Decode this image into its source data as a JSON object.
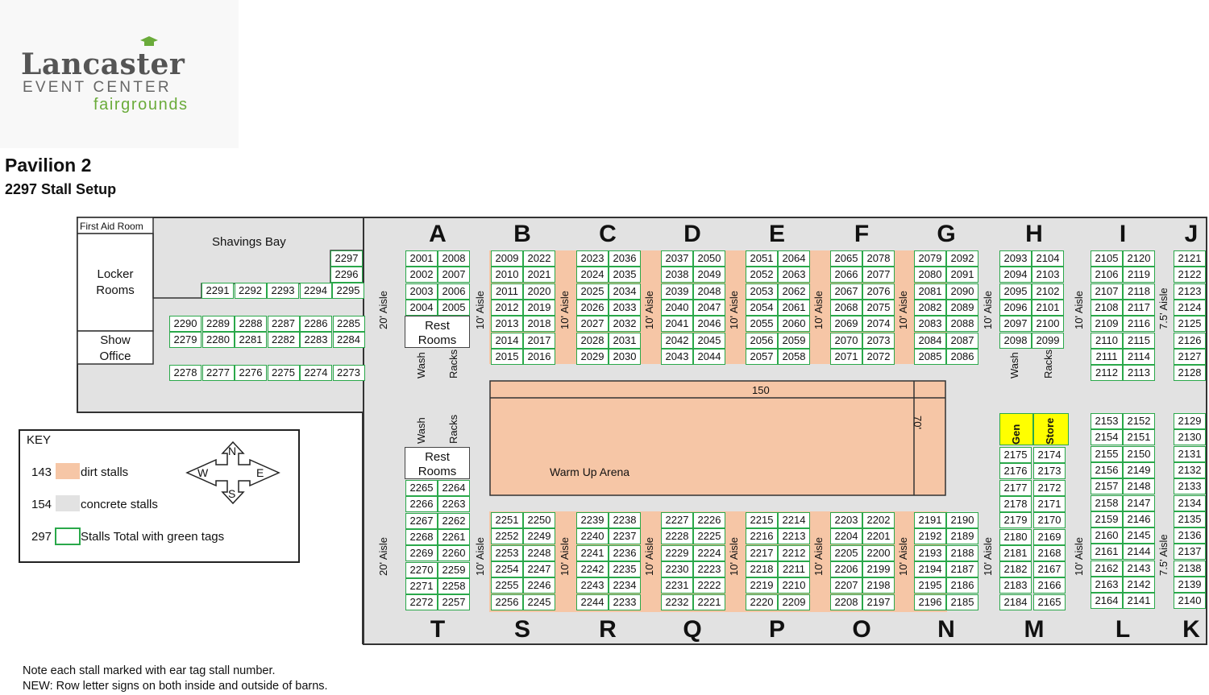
{
  "logo": {
    "line1": "Lancaster",
    "line2": "EVENT CENTER",
    "line3": "fairgrounds",
    "colors": {
      "gray": "#555555",
      "green": "#6aab3a"
    }
  },
  "title": "Pavilion 2",
  "subtitle": "2297 Stall Setup",
  "colors": {
    "dirt": "#f6c6a6",
    "concrete": "#e2e2e2",
    "tag": "#2aa84a",
    "highlight": "#ffff00"
  },
  "rooms": {
    "first_aid": "First Aid Room",
    "shavings": "Shavings Bay",
    "locker": "Locker Rooms",
    "show_office": "Show Office",
    "rest": "Rest Rooms",
    "wash": "Wash",
    "racks": "Racks",
    "gen": "Gen",
    "store": "Store",
    "arena": "Warm Up Arena",
    "dim_150": "150",
    "dim_70": "70'"
  },
  "aisles": {
    "a20": "20' Aisle",
    "a10": "10' Aisle",
    "a75": "7.5' Aisle"
  },
  "row_letters_top": [
    "A",
    "B",
    "C",
    "D",
    "E",
    "F",
    "G",
    "H",
    "I",
    "J"
  ],
  "row_letters_bottom": [
    "T",
    "S",
    "R",
    "Q",
    "P",
    "O",
    "N",
    "M",
    "L",
    "K"
  ],
  "stall_groups": [
    {
      "row": "A",
      "cols": [
        [
          2001,
          2002,
          2003,
          2004
        ],
        [
          2008,
          2007,
          2006,
          2005
        ]
      ]
    },
    {
      "row": "B",
      "cols": [
        [
          2009,
          2010,
          2011,
          2012,
          2013,
          2014,
          2015
        ],
        [
          2022,
          2021,
          2020,
          2019,
          2018,
          2017,
          2016
        ]
      ]
    },
    {
      "row": "C",
      "cols": [
        [
          2023,
          2024,
          2025,
          2026,
          2027,
          2028,
          2029
        ],
        [
          2036,
          2035,
          2034,
          2033,
          2032,
          2031,
          2030
        ]
      ]
    },
    {
      "row": "D",
      "cols": [
        [
          2037,
          2038,
          2039,
          2040,
          2041,
          2042,
          2043
        ],
        [
          2050,
          2049,
          2048,
          2047,
          2046,
          2045,
          2044
        ]
      ]
    },
    {
      "row": "E",
      "cols": [
        [
          2051,
          2052,
          2053,
          2054,
          2055,
          2056,
          2057
        ],
        [
          2064,
          2063,
          2062,
          2061,
          2060,
          2059,
          2058
        ]
      ]
    },
    {
      "row": "F",
      "cols": [
        [
          2065,
          2066,
          2067,
          2068,
          2069,
          2070,
          2071
        ],
        [
          2078,
          2077,
          2076,
          2075,
          2074,
          2073,
          2072
        ]
      ]
    },
    {
      "row": "G",
      "cols": [
        [
          2079,
          2080,
          2081,
          2082,
          2083,
          2084,
          2085
        ],
        [
          2092,
          2091,
          2090,
          2089,
          2088,
          2087,
          2086
        ]
      ]
    },
    {
      "row": "H",
      "cols": [
        [
          2093,
          2094,
          2095,
          2096,
          2097,
          2098
        ],
        [
          2104,
          2103,
          2102,
          2101,
          2100,
          2099
        ]
      ]
    },
    {
      "row": "I",
      "cols": [
        [
          2105,
          2106,
          2107,
          2108,
          2109,
          2110,
          2111,
          2112
        ],
        [
          2120,
          2119,
          2118,
          2117,
          2116,
          2115,
          2114,
          2113
        ]
      ]
    },
    {
      "row": "J",
      "cols": [
        [
          2121,
          2122,
          2123,
          2124,
          2125,
          2126,
          2127,
          2128
        ]
      ]
    },
    {
      "row": "L",
      "cols": [
        [
          2153,
          2154,
          2155,
          2156,
          2157,
          2158,
          2159,
          2160,
          2161,
          2162,
          2163,
          2164
        ],
        [
          2152,
          2151,
          2150,
          2149,
          2148,
          2147,
          2146,
          2145,
          2144,
          2143,
          2142,
          2141
        ]
      ]
    },
    {
      "row": "K",
      "cols": [
        [
          2129,
          2130,
          2131,
          2132,
          2133,
          2134,
          2135,
          2136,
          2137,
          2138,
          2139,
          2140
        ]
      ]
    },
    {
      "row": "M",
      "cols": [
        [
          2175,
          2176,
          2177,
          2178,
          2179,
          2180,
          2181,
          2182,
          2183,
          2184
        ],
        [
          2174,
          2173,
          2172,
          2171,
          2170,
          2169,
          2168,
          2167,
          2166,
          2165
        ]
      ]
    },
    {
      "row": "N",
      "cols": [
        [
          2191,
          2192,
          2193,
          2194,
          2195,
          2196
        ],
        [
          2190,
          2189,
          2188,
          2187,
          2186,
          2185
        ]
      ]
    },
    {
      "row": "O",
      "cols": [
        [
          2203,
          2204,
          2205,
          2206,
          2207,
          2208
        ],
        [
          2202,
          2201,
          2200,
          2199,
          2198,
          2197
        ]
      ]
    },
    {
      "row": "P",
      "cols": [
        [
          2215,
          2216,
          2217,
          2218,
          2219,
          2220
        ],
        [
          2214,
          2213,
          2212,
          2211,
          2210,
          2209
        ]
      ]
    },
    {
      "row": "Q",
      "cols": [
        [
          2227,
          2228,
          2229,
          2230,
          2231,
          2232
        ],
        [
          2226,
          2225,
          2224,
          2223,
          2222,
          2221
        ]
      ]
    },
    {
      "row": "R",
      "cols": [
        [
          2239,
          2240,
          2241,
          2242,
          2243,
          2244
        ],
        [
          2238,
          2237,
          2236,
          2235,
          2234,
          2233
        ]
      ]
    },
    {
      "row": "S",
      "cols": [
        [
          2251,
          2252,
          2253,
          2254,
          2255,
          2256
        ],
        [
          2250,
          2249,
          2248,
          2247,
          2246,
          2245
        ]
      ]
    },
    {
      "row": "T",
      "cols": [
        [
          2265,
          2266,
          2267,
          2268,
          2269,
          2270,
          2271,
          2272
        ],
        [
          2264,
          2263,
          2262,
          2261,
          2260,
          2259,
          2258,
          2257
        ]
      ]
    },
    {
      "row": "west-upper",
      "cols": [
        [
          2290,
          2279
        ],
        [
          2289,
          2280
        ],
        [
          2288,
          2281
        ],
        [
          2287,
          2282
        ],
        [
          2286,
          2283
        ],
        [
          2285,
          2284
        ]
      ]
    },
    {
      "row": "west-lower",
      "stalls": [
        2278,
        2277,
        2276,
        2275,
        2274,
        2273
      ]
    },
    {
      "row": "shavings",
      "stalls": [
        2291,
        2292,
        2293,
        2294,
        2295,
        2296,
        2297
      ]
    }
  ],
  "compass": {
    "n": "N",
    "s": "S",
    "e": "E",
    "w": "W"
  },
  "key": {
    "title": "KEY",
    "items": [
      {
        "count": "143",
        "label": "dirt stalls"
      },
      {
        "count": "154",
        "label": "concrete stalls"
      },
      {
        "count": "297",
        "label": "Stalls Total with green tags"
      }
    ]
  },
  "notes": [
    "Note each stall marked with ear tag stall number.",
    "NEW:  Row letter signs on both inside and outside of barns."
  ]
}
